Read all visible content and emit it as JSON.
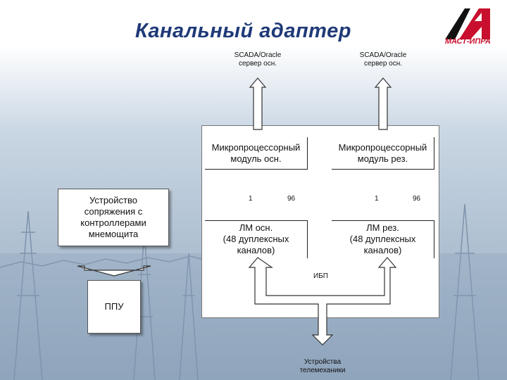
{
  "title": "Канальный адаптер",
  "logo": {
    "text": "МАСТ-ИПРА"
  },
  "scada": [
    {
      "line1": "SCADA/Oracle",
      "line2": "сервер осн."
    },
    {
      "line1": "SCADA/Oracle",
      "line2": "сервер осн."
    }
  ],
  "modules": [
    {
      "line1": "Микропроцессорный",
      "line2": "модуль осн."
    },
    {
      "line1": "Микропроцессорный",
      "line2": "модуль рез."
    }
  ],
  "channel_numbers": [
    "1",
    "96",
    "1",
    "96"
  ],
  "lm": [
    {
      "line1": "ЛМ осн.",
      "line2": "(48 дуплексных",
      "line3": "каналов)"
    },
    {
      "line1": "ЛМ рез.",
      "line2": "(48 дуплексных",
      "line3": "каналов)"
    }
  ],
  "ibp": "ИБП",
  "interface_device": {
    "line1": "Устройство",
    "line2": "сопряжения с",
    "line3": "контроллерами",
    "line4": "мнемощита"
  },
  "ppu": "ППУ",
  "telemechanics": {
    "line1": "Устройства",
    "line2": "телемеханики"
  },
  "colors": {
    "title": "#1f3a78",
    "logo_red": "#c8102e",
    "background": "#b9c9d8"
  }
}
